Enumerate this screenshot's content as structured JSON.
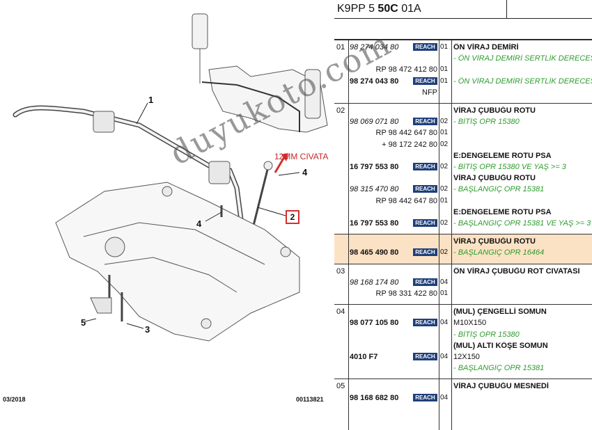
{
  "header": {
    "title_prefix": "K9PP 5",
    "title_bold": "50C",
    "title_suffix": "01A"
  },
  "diagram": {
    "callouts": [
      "1",
      "2",
      "3",
      "4",
      "4",
      "5"
    ],
    "annotation": "12MM CIVATA",
    "date": "03/2018",
    "ref": "00113821",
    "watermark": "duyukoto.com"
  },
  "reach_label": "REACH",
  "sections": [
    {
      "num": "01",
      "rows": [
        {
          "pn": "98 274 034 80",
          "style": "i",
          "reach": true,
          "qty": "01",
          "desc": "ÖN VİRAJ DEMİRİ",
          "desc_style": "h"
        },
        {
          "pn": "",
          "style": "",
          "reach": false,
          "qty": "",
          "desc": "- ÖN VİRAJ DEMİRİ SERTLİK DERECESİ",
          "desc_style": "g"
        },
        {
          "pn": "RP 98 472 412 80",
          "style": "r",
          "reach": false,
          "qty": "01",
          "desc": "",
          "desc_style": ""
        },
        {
          "pn": "98 274 043 80",
          "style": "b",
          "reach": true,
          "qty": "01",
          "desc": "- ÖN VİRAJ DEMİRİ SERTLİK DERECESİ",
          "desc_style": "g"
        },
        {
          "pn": "NFP",
          "style": "r",
          "reach": false,
          "qty": "",
          "desc": "",
          "desc_style": ""
        }
      ]
    },
    {
      "num": "02",
      "rows": [
        {
          "pn": "",
          "style": "",
          "reach": false,
          "qty": "",
          "desc": "VİRAJ ÇUBUĞU ROTU",
          "desc_style": "h"
        },
        {
          "pn": "98 069 071 80",
          "style": "i",
          "reach": true,
          "qty": "02",
          "desc": "- BİTİŞ OPR 15380",
          "desc_style": "g"
        },
        {
          "pn": "RP 98 442 647 80",
          "style": "r",
          "reach": false,
          "qty": "01",
          "desc": "",
          "desc_style": ""
        },
        {
          "pn": "+ 98 172 242 80",
          "style": "r",
          "reach": false,
          "qty": "02",
          "desc": "",
          "desc_style": ""
        },
        {
          "pn": "",
          "style": "",
          "reach": false,
          "qty": "",
          "desc": "E:DENGELEME ROTU PSA",
          "desc_style": "h"
        },
        {
          "pn": "16 797 553 80",
          "style": "b",
          "reach": true,
          "qty": "02",
          "desc": "- BİTİŞ OPR 15380 VE YAŞ >= 3",
          "desc_style": "g"
        },
        {
          "pn": "",
          "style": "",
          "reach": false,
          "qty": "",
          "desc": "VİRAJ ÇUBUĞU ROTU",
          "desc_style": "h"
        },
        {
          "pn": "98 315 470 80",
          "style": "i",
          "reach": true,
          "qty": "02",
          "desc": "- BAŞLANGIÇ OPR 15381",
          "desc_style": "g"
        },
        {
          "pn": "RP 98 442 647 80",
          "style": "r",
          "reach": false,
          "qty": "01",
          "desc": "",
          "desc_style": ""
        },
        {
          "pn": "",
          "style": "",
          "reach": false,
          "qty": "",
          "desc": "E:DENGELEME ROTU PSA",
          "desc_style": "h"
        },
        {
          "pn": "16 797 553 80",
          "style": "b",
          "reach": true,
          "qty": "02",
          "desc": "- BAŞLANGIÇ OPR 15381 VE YAŞ >= 3",
          "desc_style": "g"
        }
      ]
    },
    {
      "num": "",
      "highlight": true,
      "rows": [
        {
          "pn": "",
          "style": "",
          "reach": false,
          "qty": "",
          "desc": "VİRAJ ÇUBUĞU ROTU",
          "desc_style": "h"
        },
        {
          "pn": "98 465 490 80",
          "style": "b",
          "reach": true,
          "qty": "02",
          "desc": "- BAŞLANGIÇ OPR 16464",
          "desc_style": "g"
        }
      ]
    },
    {
      "num": "03",
      "rows": [
        {
          "pn": "",
          "style": "",
          "reach": false,
          "qty": "",
          "desc": "ÖN VİRAJ ÇUBUĞU ROT CIVATASI",
          "desc_style": "h"
        },
        {
          "pn": "98 168 174 80",
          "style": "i",
          "reach": true,
          "qty": "04",
          "desc": "",
          "desc_style": ""
        },
        {
          "pn": "RP 98 331 422 80",
          "style": "r",
          "reach": false,
          "qty": "01",
          "desc": "",
          "desc_style": ""
        }
      ]
    },
    {
      "num": "04",
      "rows": [
        {
          "pn": "",
          "style": "",
          "reach": false,
          "qty": "",
          "desc": "(MUL) ÇENGELLİ SOMUN",
          "desc_style": "h"
        },
        {
          "pn": "98 077 105 80",
          "style": "b",
          "reach": true,
          "qty": "04",
          "desc": "M10X150",
          "desc_style": ""
        },
        {
          "pn": "",
          "style": "",
          "reach": false,
          "qty": "",
          "desc": "- BİTİŞ OPR 15380",
          "desc_style": "g"
        },
        {
          "pn": "",
          "style": "",
          "reach": false,
          "qty": "",
          "desc": "(MUL) ALTI KÖŞE SOMUN",
          "desc_style": "h"
        },
        {
          "pn": "4010 F7",
          "style": "b",
          "reach": true,
          "qty": "04",
          "desc": "12X150",
          "desc_style": ""
        },
        {
          "pn": "",
          "style": "",
          "reach": false,
          "qty": "",
          "desc": "- BAŞLANGIÇ OPR 15381",
          "desc_style": "g"
        }
      ]
    },
    {
      "num": "05",
      "rows": [
        {
          "pn": "",
          "style": "",
          "reach": false,
          "qty": "",
          "desc": "VİRAJ ÇUBUĞU MESNEDİ",
          "desc_style": "h"
        },
        {
          "pn": "98 168 682 80",
          "style": "b",
          "reach": true,
          "qty": "04",
          "desc": "",
          "desc_style": ""
        }
      ]
    }
  ]
}
